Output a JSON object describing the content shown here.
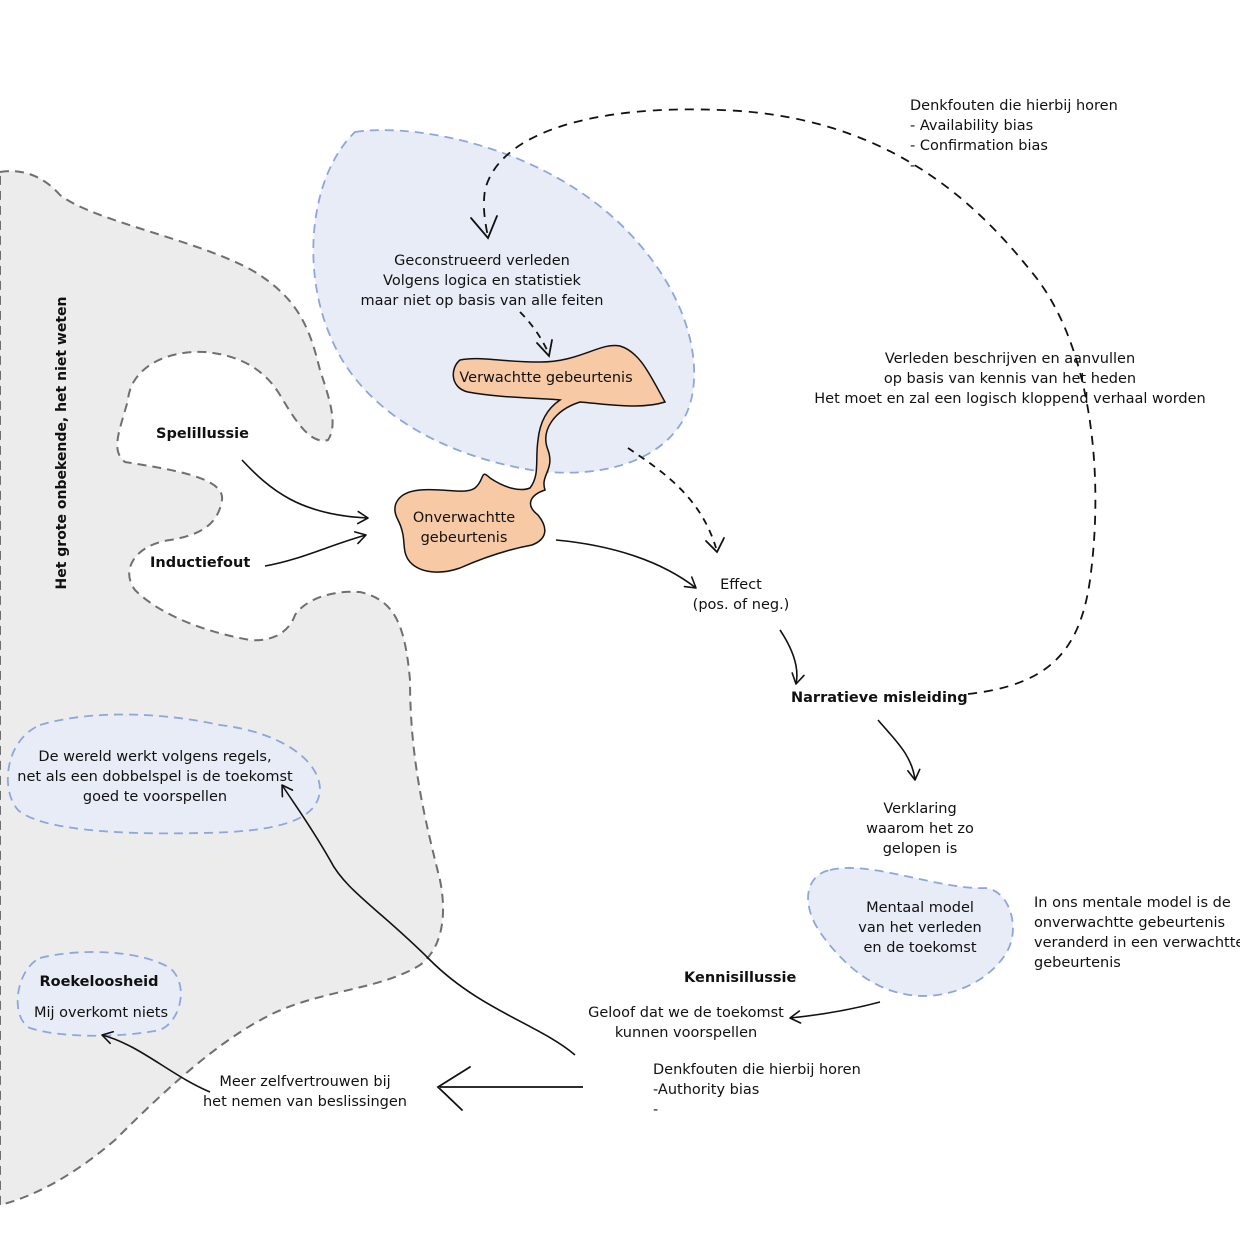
{
  "diagram": {
    "unknown_region_label": "Het grote onbekende, het niet weten",
    "constructed_past": {
      "lines": [
        "Geconstrueerd verleden",
        "Volgens logica en statistiek",
        "maar niet op basis van alle feiten"
      ]
    },
    "expected_event": "Verwachtte gebeurtenis",
    "unexpected_event": [
      "Onverwachtte",
      "gebeurtenis"
    ],
    "game_illusion": "Spelillussie",
    "induction_error": "Inductiefout",
    "effect": [
      "Effect",
      "(pos. of neg.)"
    ],
    "narrative_fallacy": "Narratieve misleiding",
    "thinking_errors_top": {
      "lines": [
        "Denkfouten die hierbij horen",
        "- Availability bias",
        "- Confirmation bias",
        "-"
      ]
    },
    "describe_past": {
      "lines": [
        "Verleden beschrijven en aanvullen",
        "op basis van kennis van het heden",
        "Het moet en zal een logisch kloppend verhaal worden"
      ]
    },
    "explanation": [
      "Verklaring",
      "waarom het zo",
      "gelopen is"
    ],
    "mental_model": [
      "Mentaal model",
      "van het verleden",
      "en de toekomst"
    ],
    "mental_model_note": {
      "lines": [
        "In ons mentale model is de",
        "onverwachtte gebeurtenis",
        "veranderd in een verwachtte",
        "gebeurtenis"
      ]
    },
    "knowledge_illusion": "Kennisillussie",
    "belief_predict": [
      "Geloof dat we de toekomst",
      "kunnen voorspellen"
    ],
    "thinking_errors_bottom": {
      "lines": [
        "Denkfouten die hierbij horen",
        "-Authority bias",
        "-"
      ]
    },
    "more_confidence": [
      "Meer zelfvertrouwen bij",
      "het nemen van beslissingen"
    ],
    "world_rules": [
      "De wereld werkt volgens regels,",
      "net als een dobbelspel is de toekomst",
      "goed te voorspellen"
    ],
    "recklessness": {
      "title": "Roekeloosheid",
      "text": "Mij overkomt niets"
    }
  },
  "colors": {
    "unknown_fill": "#ececec",
    "unknown_stroke": "#6f6f6f",
    "blue_fill": "#e8ecf7",
    "blue_stroke": "#8fa6d8",
    "orange_fill": "#f8c9a5",
    "line": "#111111"
  }
}
